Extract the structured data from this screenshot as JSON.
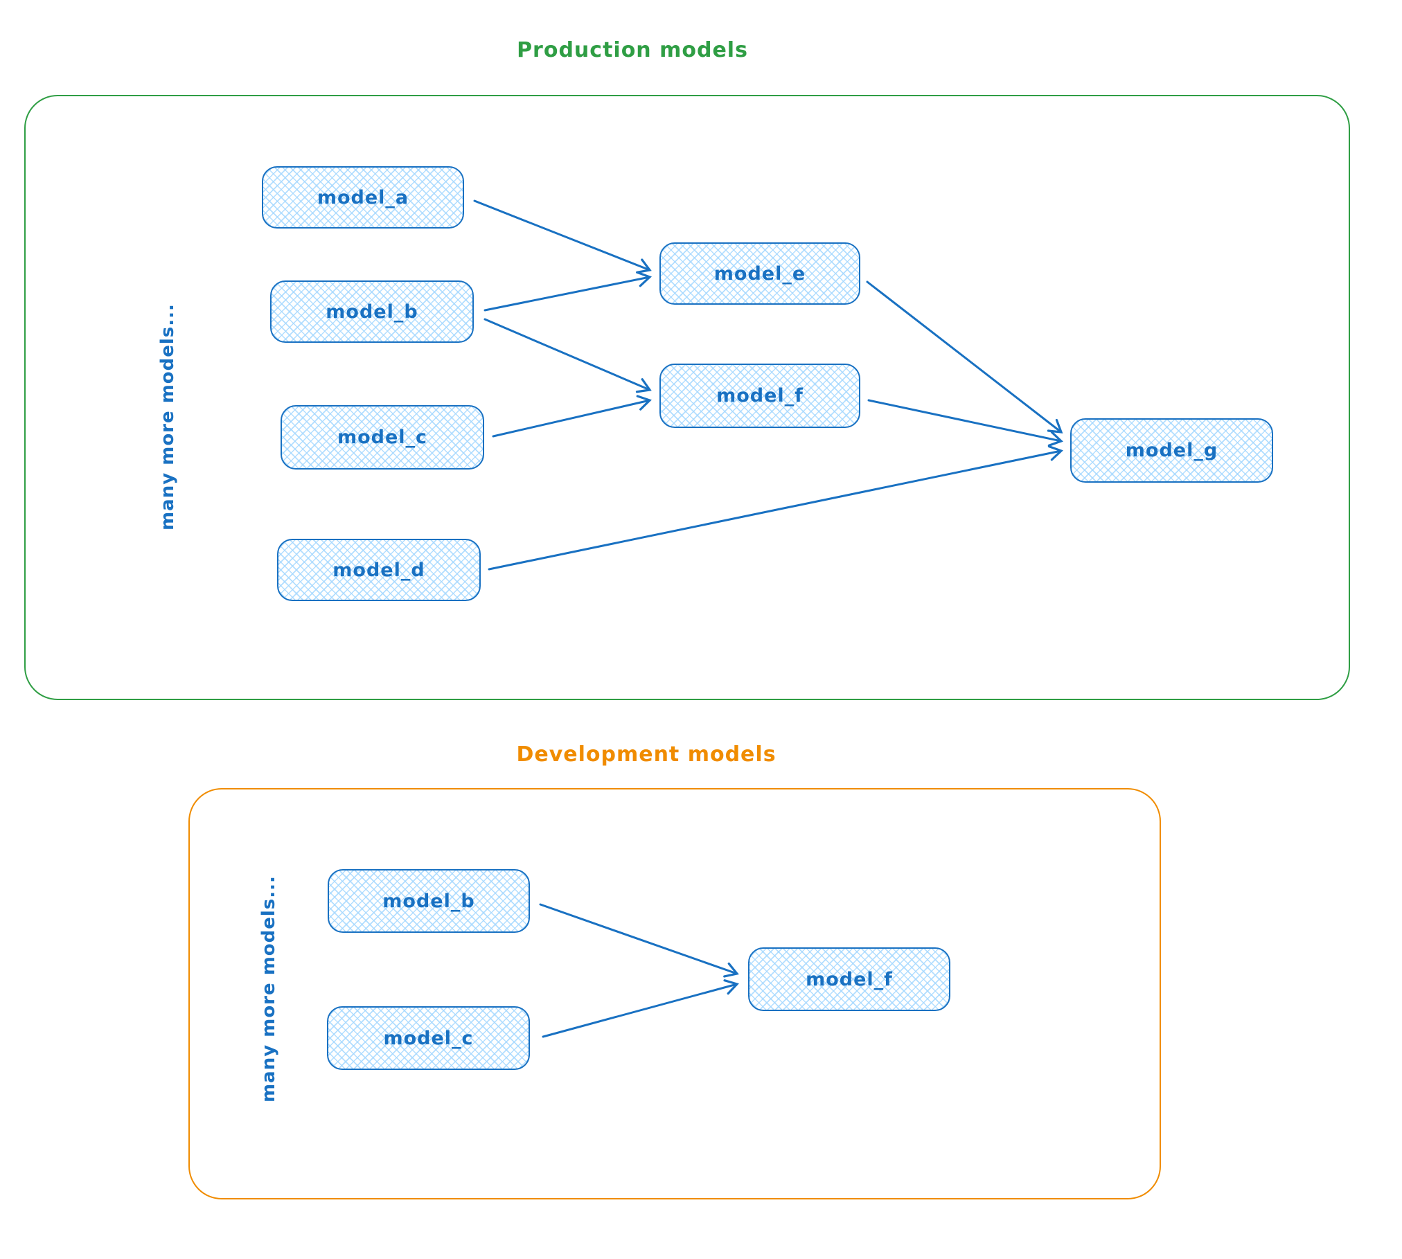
{
  "colors": {
    "node_stroke": "#1971c2",
    "node_fill": "#a5d8ff",
    "production_accent": "#2f9e44",
    "development_accent": "#f08c00"
  },
  "production": {
    "title": "Production models",
    "side_label": "many more models...",
    "nodes": {
      "a": {
        "label": "model_a"
      },
      "b": {
        "label": "model_b"
      },
      "c": {
        "label": "model_c"
      },
      "d": {
        "label": "model_d"
      },
      "e": {
        "label": "model_e"
      },
      "f": {
        "label": "model_f"
      },
      "g": {
        "label": "model_g"
      }
    },
    "edges": [
      {
        "from": "model_a",
        "to": "model_e"
      },
      {
        "from": "model_b",
        "to": "model_e"
      },
      {
        "from": "model_b",
        "to": "model_f"
      },
      {
        "from": "model_c",
        "to": "model_f"
      },
      {
        "from": "model_e",
        "to": "model_g"
      },
      {
        "from": "model_f",
        "to": "model_g"
      },
      {
        "from": "model_d",
        "to": "model_g"
      }
    ]
  },
  "development": {
    "title": "Development models",
    "side_label": "many more models...",
    "nodes": {
      "b": {
        "label": "model_b"
      },
      "c": {
        "label": "model_c"
      },
      "f": {
        "label": "model_f"
      }
    },
    "edges": [
      {
        "from": "model_b",
        "to": "model_f"
      },
      {
        "from": "model_c",
        "to": "model_f"
      }
    ]
  }
}
